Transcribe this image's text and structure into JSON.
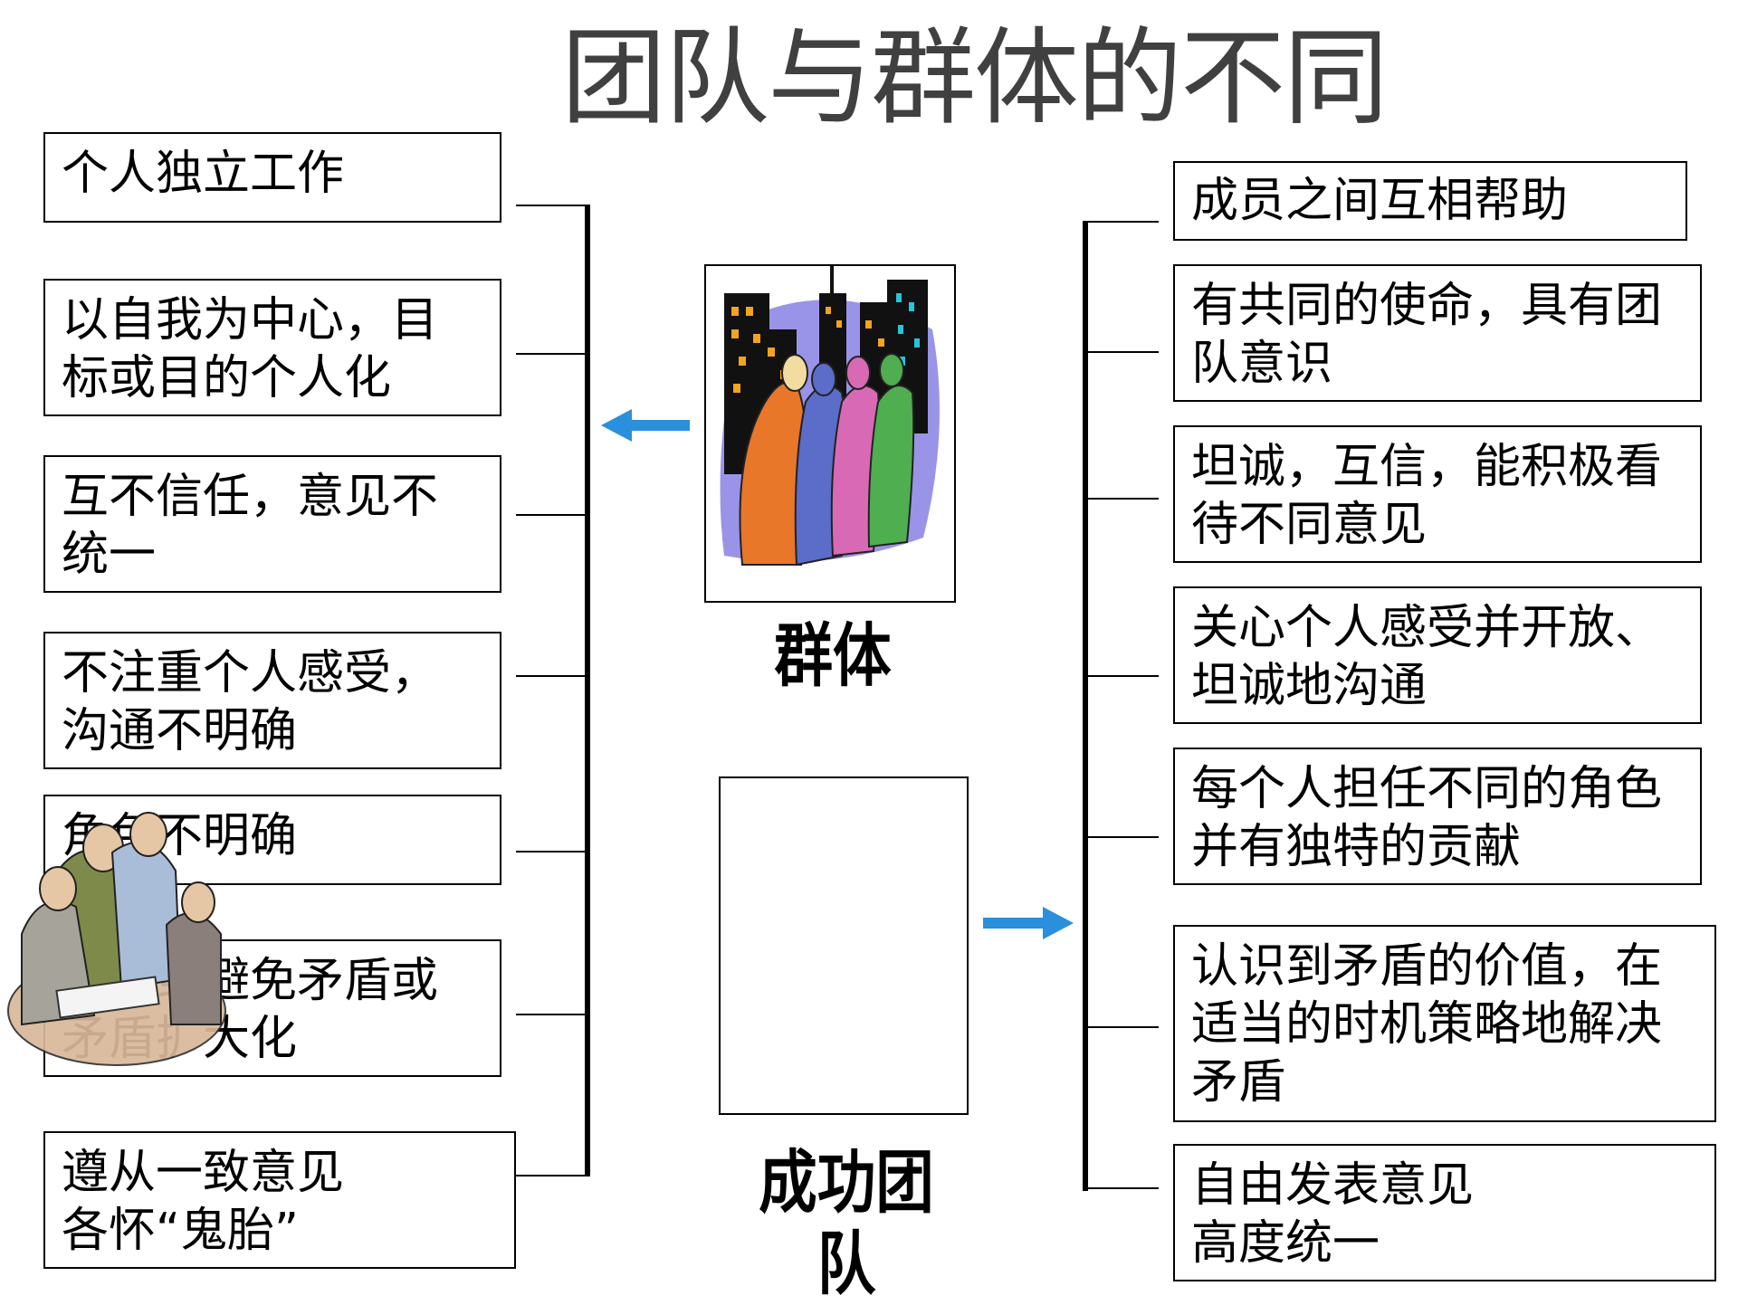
{
  "title": "团队与群体的不同",
  "group": {
    "caption": "群体",
    "items": [
      "个人独立工作",
      "以自我为中心，目\n标或目的个人化",
      "互不信任，意见不\n统一",
      "不注重个人感受，\n沟通不明确",
      "角色不明确",
      "调解或避免矛盾或\n矛盾扩大化",
      "遵从一致意见\n各怀“鬼胎”"
    ]
  },
  "team": {
    "caption": "成功团队",
    "items": [
      "成员之间互相帮助",
      "有共同的使命，具有团\n队意识",
      "坦诚，互信，能积极看\n待不同意见",
      "关心个人感受并开放、\n坦诚地沟通",
      "每个人担任不同的角色\n并有独特的贡献",
      "认识到矛盾的价值，在\n适当的时机策略地解决\n矛盾",
      "自由发表意见\n高度统一"
    ]
  },
  "colors": {
    "arrow": "#2a8fdc",
    "title": "#404040",
    "border": "#000000"
  },
  "icons": {
    "group_picture": "city-crowd-clipart",
    "team_picture": "meeting-clipart"
  }
}
